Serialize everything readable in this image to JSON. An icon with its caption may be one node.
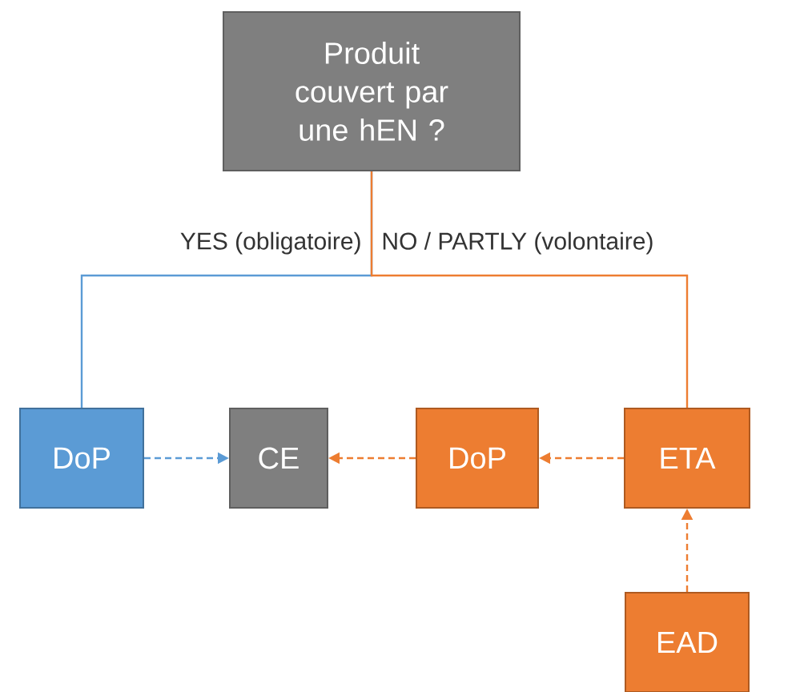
{
  "diagram": {
    "nodes": [
      {
        "text": [
          "Produit couvert par une hEN ?"
        ]
      },
      {
        "text": [
          "DoP"
        ]
      },
      {
        "text": [
          "CE"
        ]
      },
      {
        "text": [
          "DoP"
        ]
      },
      {
        "text": [
          "ETA"
        ]
      },
      {
        "text": [
          "EAD"
        ]
      }
    ],
    "edges": [
      {
        "from": 0,
        "to": 1,
        "arrow": "none",
        "label": "YES (obligatoire)",
        "color": "#5b9bd5"
      },
      {
        "from": 0,
        "to": 4,
        "arrow": "none",
        "label": "NO / PARTLY (volontaire)"
      },
      {
        "from": 1,
        "to": 2,
        "arrow": "to",
        "style": "dashed",
        "color": "#5b9bd5"
      },
      {
        "from": 3,
        "to": 2,
        "arrow": "to",
        "style": "dashed"
      },
      {
        "from": 4,
        "to": 3,
        "arrow": "to",
        "style": "dashed"
      },
      {
        "from": 5,
        "to": 4,
        "arrow": "to",
        "style": "dashed"
      }
    ]
  }
}
